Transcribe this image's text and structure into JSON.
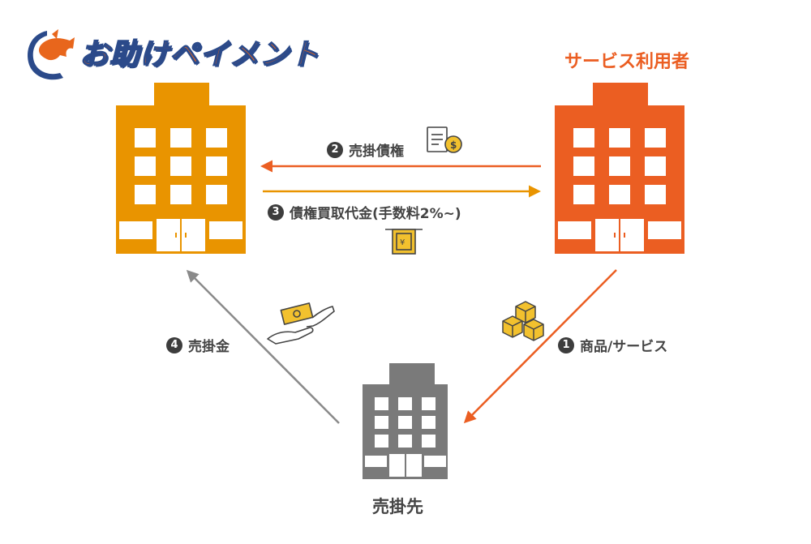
{
  "logo": {
    "text": "お助けペイメント",
    "colors": {
      "orange": "#e8661c",
      "navy": "#2b4a8a"
    }
  },
  "nodes": {
    "factoring": {
      "color": "#e99400",
      "icon": "building-icon"
    },
    "service_user": {
      "title": "サービス利用者",
      "color": "#eb5e22",
      "icon": "building-icon"
    },
    "debtor": {
      "title": "売掛先",
      "color": "#7a7a7a",
      "icon": "building-icon"
    }
  },
  "flows": [
    {
      "num": "1",
      "label": "商品/サービス",
      "color": "#eb5e22",
      "icon": "boxes-icon"
    },
    {
      "num": "2",
      "label": "売掛債権",
      "color": "#eb5e22",
      "icon": "invoice-coin-icon"
    },
    {
      "num": "3",
      "label": "債権買取代金(手数料2%~)",
      "color": "#e99400",
      "icon": "cash-withdraw-icon"
    },
    {
      "num": "4",
      "label": "売掛金",
      "color": "#8a8a8a",
      "icon": "money-hand-icon"
    }
  ]
}
